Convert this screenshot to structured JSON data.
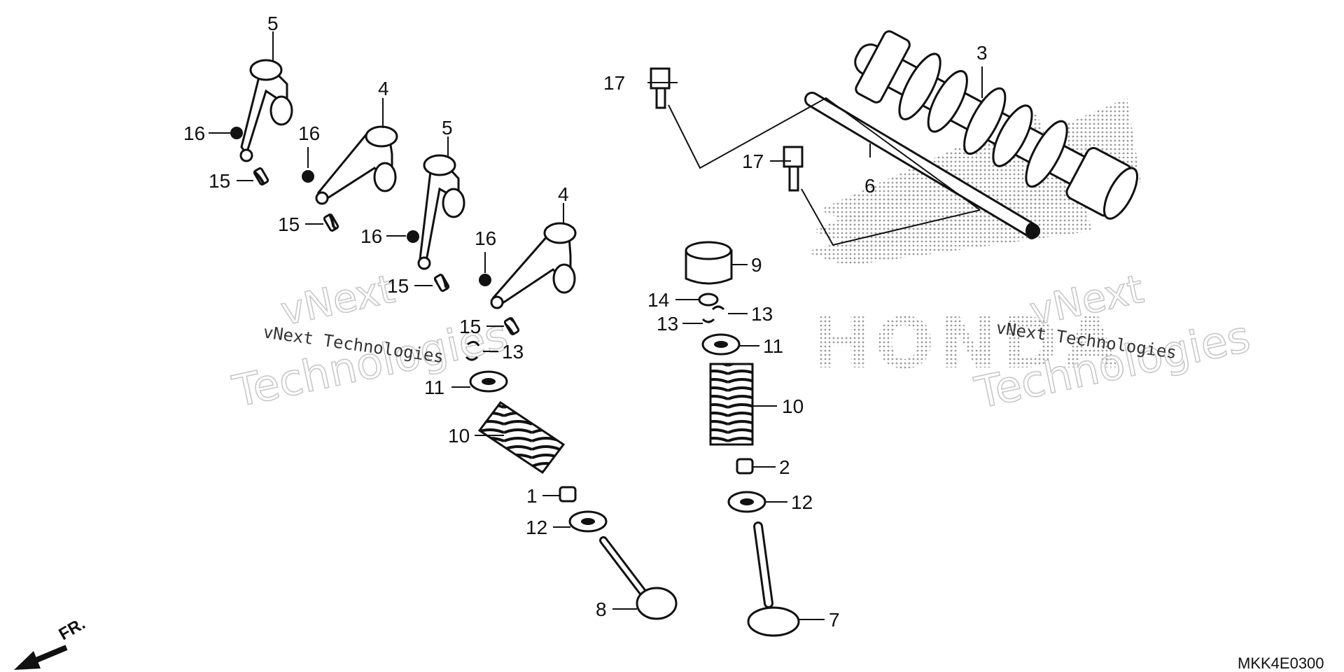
{
  "diagram_code": "MKK4E0300",
  "direction_label": "FR.",
  "brand_watermark": "HONDA",
  "watermarks": {
    "line1": "vNext",
    "line2": "Technologies",
    "inline": "vNext Technologies"
  },
  "callouts": [
    "1",
    "2",
    "3",
    "4",
    "5",
    "6",
    "7",
    "8",
    "9",
    "10",
    "11",
    "12",
    "13",
    "14",
    "15",
    "16",
    "17"
  ],
  "icons": {
    "arrow": "fr-arrow-icon",
    "logo": "honda-wing-icon"
  }
}
